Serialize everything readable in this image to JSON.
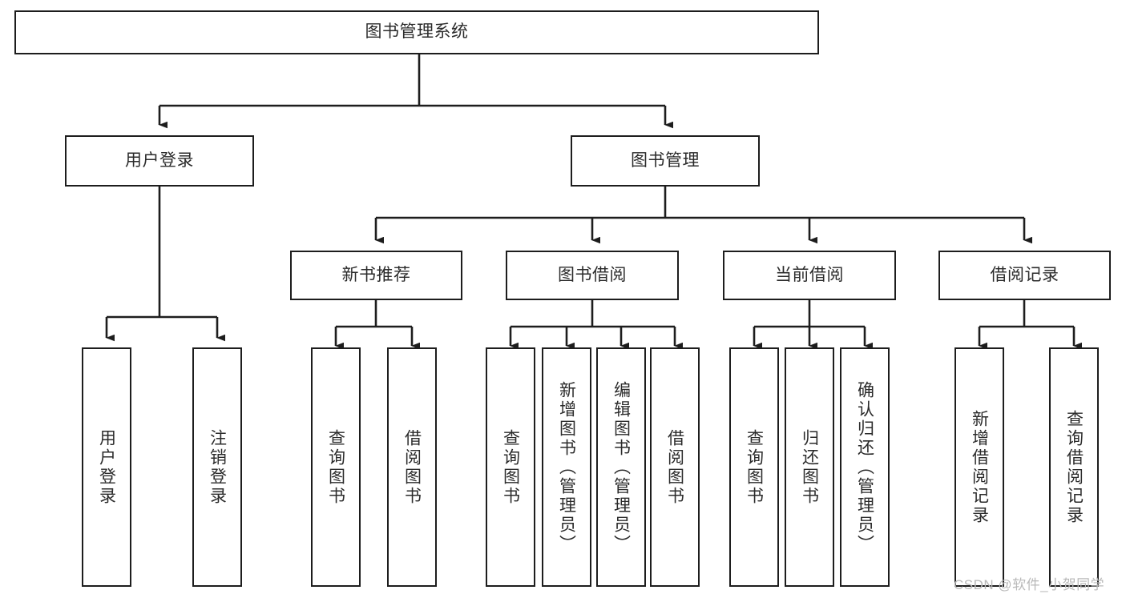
{
  "diagram": {
    "title": "图书管理系统",
    "watermark": "CSDN @软件_小贺同学",
    "colors": {
      "stroke": "#1d1d1d",
      "fill": "#ffffff",
      "text": "#2b2b2b",
      "watermark": "#b9b9b9"
    },
    "levels": {
      "root": {
        "label": "图书管理系统"
      },
      "level2": [
        {
          "label": "用户登录"
        },
        {
          "label": "图书管理"
        }
      ],
      "level3": [
        {
          "label": "新书推荐"
        },
        {
          "label": "图书借阅"
        },
        {
          "label": "当前借阅"
        },
        {
          "label": "借阅记录"
        }
      ],
      "leaves": {
        "user_login": [
          {
            "label": "用户登录"
          },
          {
            "label": "注销登录"
          }
        ],
        "new_book_recommend": [
          {
            "label": "查询图书"
          },
          {
            "label": "借阅图书"
          }
        ],
        "book_borrow": [
          {
            "label": "查询图书"
          },
          {
            "label": "新增图书（管理员）"
          },
          {
            "label": "编辑图书（管理员）"
          },
          {
            "label": "借阅图书"
          }
        ],
        "current_borrow": [
          {
            "label": "查询图书"
          },
          {
            "label": "归还图书"
          },
          {
            "label": "确认归还（管理员）"
          }
        ],
        "borrow_record": [
          {
            "label": "新增借阅记录"
          },
          {
            "label": "查询借阅记录"
          }
        ]
      }
    }
  }
}
